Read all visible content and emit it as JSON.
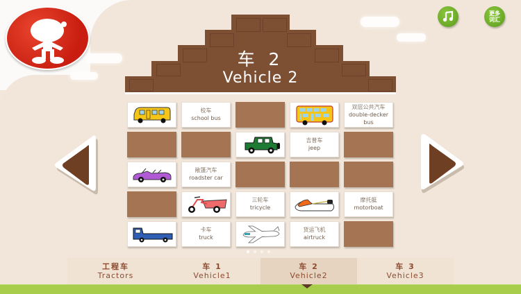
{
  "app": {
    "title_cn": "车 2",
    "title_en": "Vehicle 2"
  },
  "header": {
    "music_button": {
      "icon": "music-note-icon"
    },
    "more_words_button": {
      "line1": "更多",
      "line2": "词汇"
    }
  },
  "colors": {
    "accent_green": "#8cc63f",
    "logo_red": "#d9261a",
    "chocolate": "#7d5034",
    "card_back": "#a57553",
    "tab_text": "#8b4a2e"
  },
  "grid": {
    "rows": 5,
    "cols": 5,
    "cards": [
      {
        "type": "image",
        "name": "school-bus-image",
        "row": 0,
        "col": 0
      },
      {
        "type": "word",
        "cn": "校车",
        "en": "school bus",
        "row": 0,
        "col": 1
      },
      {
        "type": "back",
        "row": 0,
        "col": 2
      },
      {
        "type": "image",
        "name": "double-decker-bus-image",
        "row": 0,
        "col": 3
      },
      {
        "type": "word",
        "cn": "双层公共汽车",
        "en": "double-decker bus",
        "row": 0,
        "col": 4
      },
      {
        "type": "back",
        "row": 1,
        "col": 0
      },
      {
        "type": "back",
        "row": 1,
        "col": 1
      },
      {
        "type": "image",
        "name": "jeep-image",
        "row": 1,
        "col": 2
      },
      {
        "type": "word",
        "cn": "吉普车",
        "en": "jeep",
        "row": 1,
        "col": 3
      },
      {
        "type": "back",
        "row": 1,
        "col": 4
      },
      {
        "type": "image",
        "name": "roadster-car-image",
        "row": 2,
        "col": 0
      },
      {
        "type": "word",
        "cn": "敞篷汽车",
        "en": "roadster car",
        "row": 2,
        "col": 1
      },
      {
        "type": "back",
        "row": 2,
        "col": 2
      },
      {
        "type": "back",
        "row": 2,
        "col": 3
      },
      {
        "type": "back",
        "row": 2,
        "col": 4
      },
      {
        "type": "back",
        "row": 3,
        "col": 0
      },
      {
        "type": "image",
        "name": "tricycle-image",
        "row": 3,
        "col": 1
      },
      {
        "type": "word",
        "cn": "三轮车",
        "en": "tricycle",
        "row": 3,
        "col": 2
      },
      {
        "type": "image",
        "name": "motorboat-image",
        "row": 3,
        "col": 3
      },
      {
        "type": "word",
        "cn": "摩托艇",
        "en": "motorboat",
        "row": 3,
        "col": 4
      },
      {
        "type": "image",
        "name": "truck-image",
        "row": 4,
        "col": 0
      },
      {
        "type": "word",
        "cn": "卡车",
        "en": "truck",
        "row": 4,
        "col": 1
      },
      {
        "type": "image",
        "name": "airtruck-image",
        "row": 4,
        "col": 2
      },
      {
        "type": "word",
        "cn": "货运飞机",
        "en": "airtruck",
        "row": 4,
        "col": 3
      },
      {
        "type": "back",
        "row": 4,
        "col": 4
      }
    ]
  },
  "pagination": {
    "pages": 4,
    "current": 1
  },
  "tabs": [
    {
      "cn": "工程车",
      "en": "Tractors",
      "active": false
    },
    {
      "cn": "车 1",
      "en": "Vehicle1",
      "active": false
    },
    {
      "cn": "车 2",
      "en": "Vehicle2",
      "active": true
    },
    {
      "cn": "车 3",
      "en": "Vehicle3",
      "active": false
    }
  ]
}
